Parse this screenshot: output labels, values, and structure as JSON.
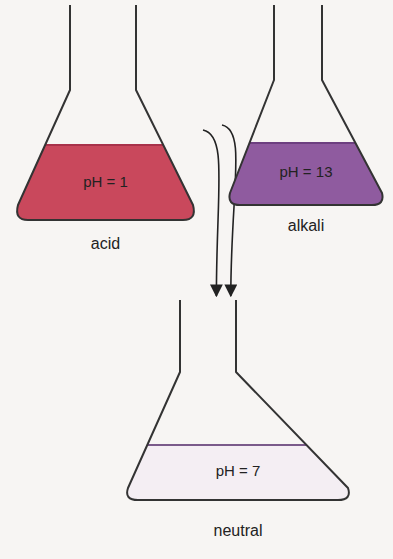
{
  "diagram": {
    "nodes": [
      {
        "text": [
          "pH = 1",
          "acid"
        ]
      },
      {
        "text": [
          "pH = 13",
          "alkali"
        ]
      },
      {
        "text": [
          "pH = 7",
          "neutral"
        ]
      }
    ],
    "edges": [
      {
        "from": 0,
        "to": 2,
        "arrow": "to"
      },
      {
        "from": 1,
        "to": 2,
        "arrow": "to"
      }
    ]
  }
}
